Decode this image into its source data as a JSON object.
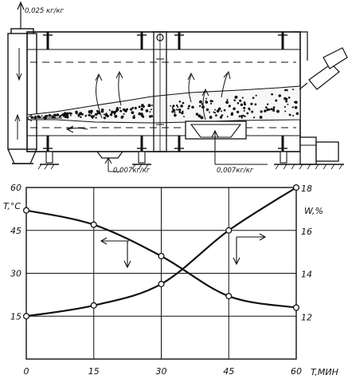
{
  "machine": {
    "labels": {
      "top_left": "0,025 кг/кг",
      "bottom_left": "0,007кг/кг",
      "bottom_right": "0,007кг/кг"
    }
  },
  "chart_data": {
    "type": "line",
    "x": [
      0,
      15,
      30,
      45,
      60
    ],
    "series": [
      {
        "axis": "left",
        "values": [
          52,
          47,
          36,
          22,
          18
        ]
      },
      {
        "axis": "right",
        "values": [
          12,
          12.5,
          13.5,
          16,
          18
        ]
      }
    ],
    "xlabel": "T,МИН",
    "ylabel_left": "T,°C",
    "ylabel_right": "W,%",
    "xlim": [
      0,
      60
    ],
    "ylim_left": [
      0,
      60
    ],
    "ylim_right": [
      10,
      18
    ],
    "x_ticks": [
      "0",
      "15",
      "30",
      "45",
      "60"
    ],
    "left_ticks": [
      "15",
      "30",
      "45",
      "60"
    ],
    "right_ticks": [
      "12",
      "14",
      "16",
      "18"
    ],
    "grid": true
  }
}
